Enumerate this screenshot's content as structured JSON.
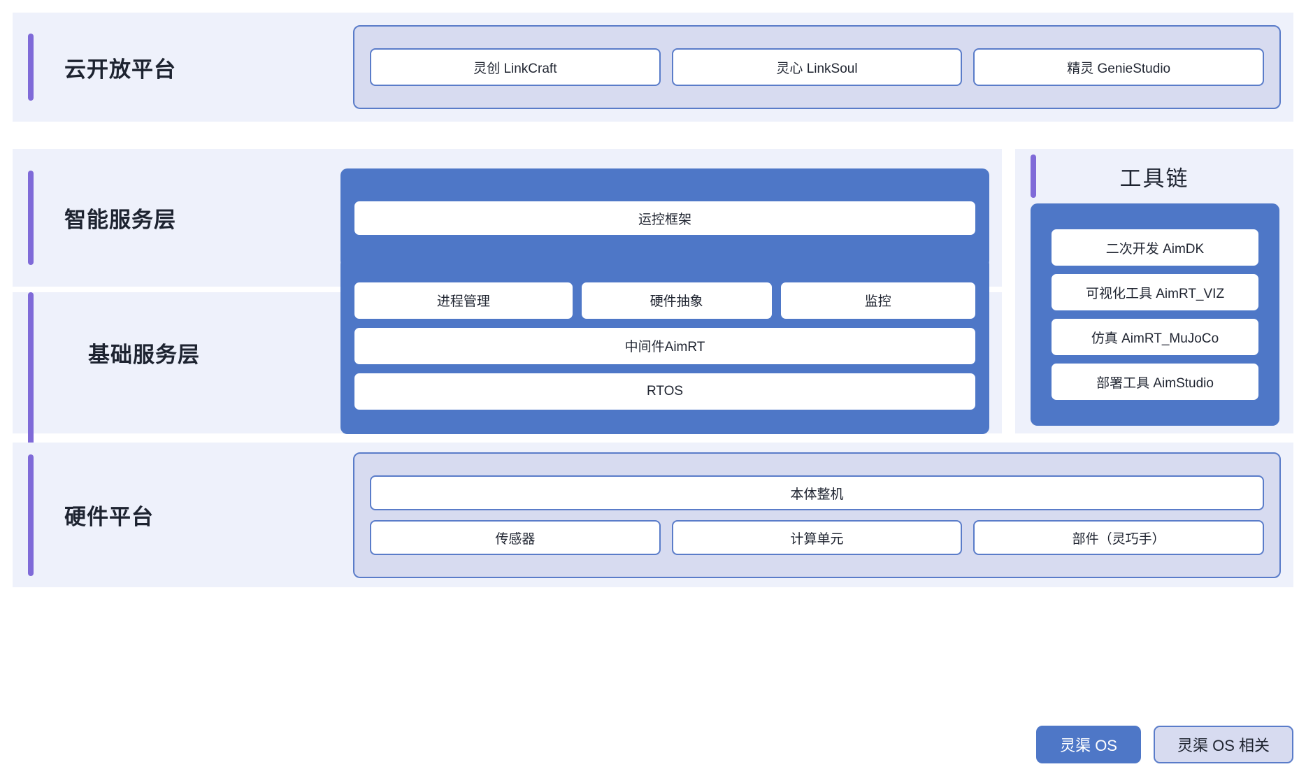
{
  "accent_color": "#7f6ad8",
  "blue_color": "#4e77c7",
  "light_color": "#d7dbf0",
  "band_bg": "#eef1fb",
  "rows": {
    "cloud": {
      "label": "云开放平台",
      "items": [
        {
          "label": "灵创 LinkCraft"
        },
        {
          "label": "灵心 LinkSoul"
        },
        {
          "label": "精灵 GenieStudio"
        }
      ]
    },
    "smart": {
      "label": "智能服务层",
      "items": [
        {
          "label": "运控框架"
        }
      ]
    },
    "basic": {
      "label": "基础服务层",
      "top_items": [
        {
          "label": "进程管理"
        },
        {
          "label": "硬件抽象"
        },
        {
          "label": "监控"
        }
      ],
      "middleware": "中间件AimRT",
      "rtos": "RTOS"
    },
    "hardware": {
      "label": "硬件平台",
      "main": "本体整机",
      "items": [
        {
          "label": "传感器"
        },
        {
          "label": "计算单元"
        },
        {
          "label": "部件（灵巧手）"
        }
      ]
    }
  },
  "toolchain": {
    "title": "工具链",
    "items": [
      {
        "label": "二次开发 AimDK"
      },
      {
        "label": "可视化工具 AimRT_VIZ"
      },
      {
        "label": "仿真 AimRT_MuJoCo"
      },
      {
        "label": "部署工具 AimStudio"
      }
    ]
  },
  "legend": {
    "os": "灵渠 OS",
    "os_related": "灵渠 OS 相关"
  }
}
